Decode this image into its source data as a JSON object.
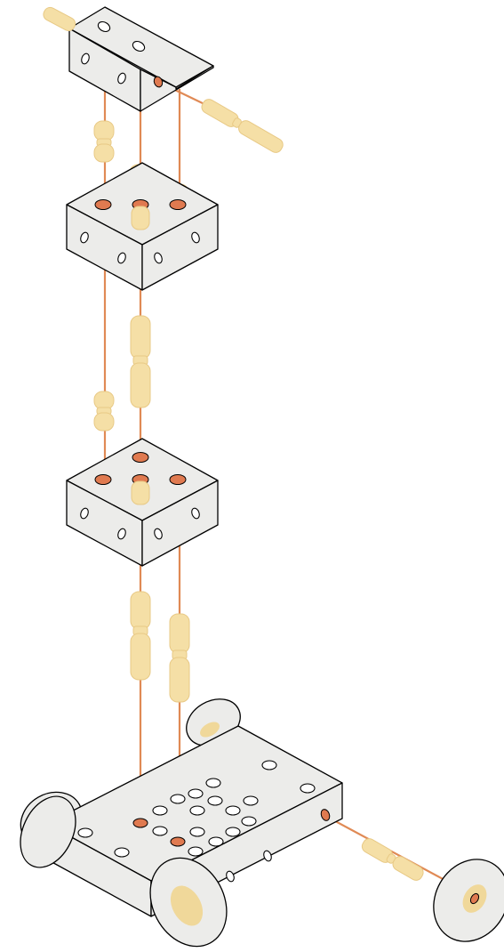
{
  "diagram": {
    "type": "exploded assembly diagram",
    "parts": [
      {
        "name": "top-block",
        "kind": "block"
      },
      {
        "name": "upper-cube",
        "kind": "cube"
      },
      {
        "name": "lower-cube",
        "kind": "cube"
      },
      {
        "name": "base-chassis",
        "kind": "chassis"
      },
      {
        "name": "front-wheel-left",
        "kind": "wheel"
      },
      {
        "name": "front-wheel-right",
        "kind": "wheel"
      },
      {
        "name": "rear-wheel-left",
        "kind": "wheel"
      },
      {
        "name": "rear-wheel-right",
        "kind": "wheel"
      },
      {
        "name": "detached-wheel",
        "kind": "wheel"
      },
      {
        "name": "connector-peg",
        "kind": "peg",
        "count": 10
      },
      {
        "name": "assembly-guide-line",
        "kind": "guide"
      }
    ]
  },
  "colors": {
    "block_fill": "#ececea",
    "outline": "#000000",
    "peg_fill": "#f5dfa6",
    "hole_fill": "#e07a50",
    "guide_line": "#e08a55",
    "wheel_hub": "#f0d89a"
  }
}
